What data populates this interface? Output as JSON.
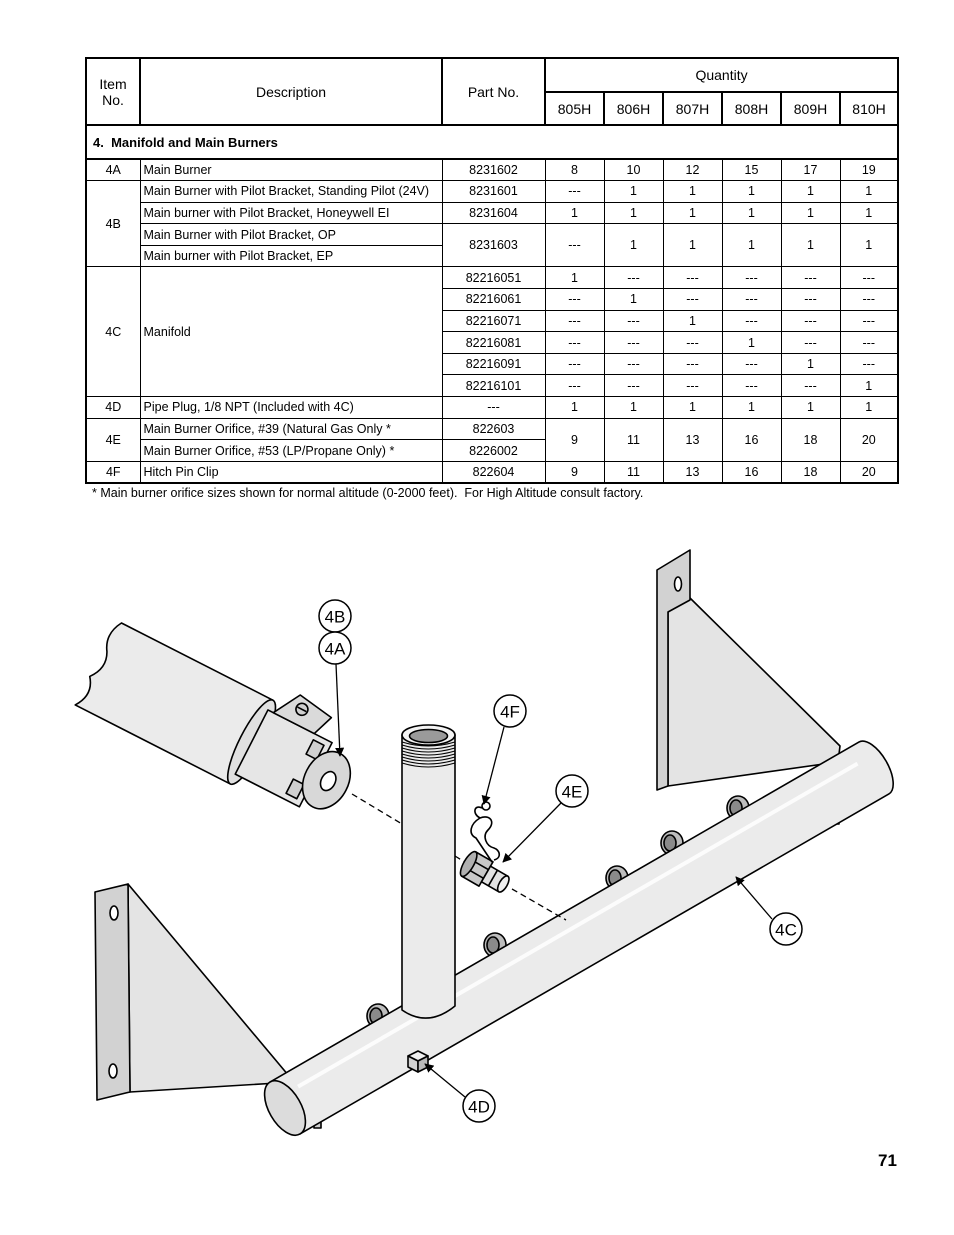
{
  "table": {
    "headers": {
      "item_line1": "Item",
      "item_line2": "No.",
      "description": "Description",
      "part_no": "Part No.",
      "quantity": "Quantity",
      "models": [
        "805H",
        "806H",
        "807H",
        "808H",
        "809H",
        "810H"
      ]
    },
    "section": "4.  Manifold and Main Burners"
  },
  "items": {
    "4A": {
      "item": "4A",
      "desc": "Main Burner",
      "part": "8231602",
      "qty": [
        "8",
        "10",
        "12",
        "15",
        "17",
        "19"
      ]
    },
    "4B": {
      "item": "4B",
      "lines": [
        {
          "desc": "Main Burner with Pilot Bracket, Standing Pilot (24V)",
          "part": "8231601",
          "qty": [
            "---",
            "1",
            "1",
            "1",
            "1",
            "1"
          ]
        },
        {
          "desc": "Main burner with Pilot Bracket, Honeywell EI",
          "part": "8231604",
          "qty": [
            "1",
            "1",
            "1",
            "1",
            "1",
            "1"
          ]
        },
        {
          "desc": "Main Burner with Pilot Bracket, OP",
          "part": "8231603",
          "qty": [
            "---",
            "1",
            "1",
            "1",
            "1",
            "1"
          ]
        },
        {
          "desc": "Main burner with Pilot Bracket, EP"
        }
      ]
    },
    "4C": {
      "item": "4C",
      "desc": "Manifold",
      "lines": [
        {
          "part": "82216051",
          "qty": [
            "1",
            "---",
            "---",
            "---",
            "---",
            "---"
          ]
        },
        {
          "part": "82216061",
          "qty": [
            "---",
            "1",
            "---",
            "---",
            "---",
            "---"
          ]
        },
        {
          "part": "82216071",
          "qty": [
            "---",
            "---",
            "1",
            "---",
            "---",
            "---"
          ]
        },
        {
          "part": "82216081",
          "qty": [
            "---",
            "---",
            "---",
            "1",
            "---",
            "---"
          ]
        },
        {
          "part": "82216091",
          "qty": [
            "---",
            "---",
            "---",
            "---",
            "1",
            "---"
          ]
        },
        {
          "part": "82216101",
          "qty": [
            "---",
            "---",
            "---",
            "---",
            "---",
            "1"
          ]
        }
      ]
    },
    "4D": {
      "item": "4D",
      "desc": "Pipe Plug, 1/8 NPT (Included with 4C)",
      "part": "---",
      "qty": [
        "1",
        "1",
        "1",
        "1",
        "1",
        "1"
      ]
    },
    "4E": {
      "item": "4E",
      "lines": [
        {
          "desc": "Main Burner Orifice, #39 (Natural Gas Only *",
          "part": "822603"
        },
        {
          "desc": "Main Burner Orifice, #53 (LP/Propane Only) *",
          "part": "8226002"
        }
      ],
      "qty": [
        "9",
        "11",
        "13",
        "16",
        "18",
        "20"
      ]
    },
    "4F": {
      "item": "4F",
      "desc": "Hitch Pin Clip",
      "part": "822604",
      "qty": [
        "9",
        "11",
        "13",
        "16",
        "18",
        "20"
      ]
    }
  },
  "footnote": "* Main burner orifice sizes shown for normal altitude (0-2000 feet).  For High Altitude consult factory.",
  "diagram": {
    "callouts": [
      "4B",
      "4A",
      "4F",
      "4E",
      "4C",
      "4D"
    ]
  },
  "page_number": "71"
}
